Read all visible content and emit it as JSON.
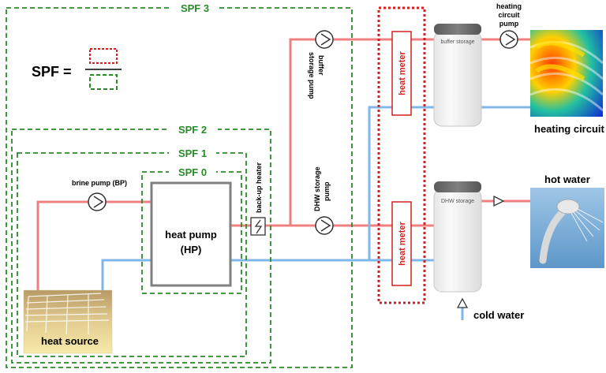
{
  "colors": {
    "supply_line": "#f08080",
    "return_line": "#7fb8e8",
    "boundary_green": "#2a8a2a",
    "heat_meter_red": "#d42020",
    "tank_body": "#f2f2f2",
    "tank_cap": "#666666"
  },
  "boundaries": {
    "spf3": "SPF 3",
    "spf2": "SPF 2",
    "spf1": "SPF 1",
    "spf0": "SPF 0"
  },
  "formula": {
    "label": "SPF ="
  },
  "components": {
    "heat_pump": {
      "line1": "heat pump",
      "line2": "(HP)"
    },
    "brine_pump": "brine pump (BP)",
    "backup_heater": "back-up heater",
    "buffer_pump": {
      "line1": "buffer",
      "line2": "storage pump"
    },
    "dhw_pump": {
      "line1": "DHW storage",
      "line2": "pump"
    },
    "heat_meter_top": "heat meter",
    "heat_meter_bottom": "heat meter",
    "buffer_storage": "buffer storage",
    "dhw_storage": "DHW storage",
    "heating_circuit_pump": {
      "line1": "heating",
      "line2": "circuit",
      "line3": "pump"
    },
    "heating_circuit": "heating circuit",
    "hot_water": "hot water",
    "cold_water": "cold water",
    "heat_source": "heat source"
  },
  "icons": {
    "pump": "circle-triangle-pump-icon",
    "heater": "lightning-heater-icon",
    "valve": "triangle-valve-icon",
    "shower": "shower-head-icon"
  }
}
